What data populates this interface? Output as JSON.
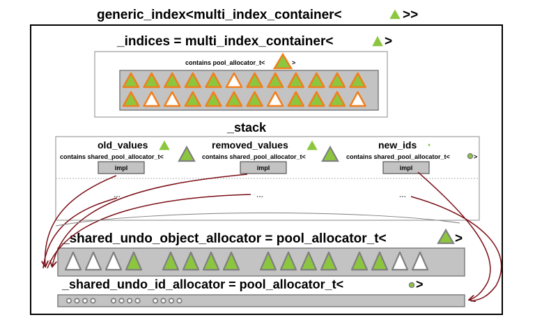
{
  "title": "generic_index<multi_index_container<",
  "title_suffix": ">>",
  "indices": {
    "label": "_indices = multi_index_container<",
    "label_suffix": ">",
    "contains": "contains pool_allocator_t<",
    "contains_suffix": ">",
    "row1": [
      "g",
      "g",
      "g",
      "g",
      "g",
      "w",
      "g",
      "g",
      "g",
      "g",
      "g",
      "g"
    ],
    "row2": [
      "g",
      "w",
      "w",
      "g",
      "g",
      "g",
      "g",
      "w",
      "g",
      "g",
      "g",
      "w"
    ]
  },
  "stack": {
    "label": "_stack",
    "columns": [
      {
        "name": "old_values",
        "contains": "contains shared_pool_allocator_t<",
        "impl": "impl",
        "ellipsis": "..."
      },
      {
        "name": "removed_values",
        "contains": "contains shared_pool_allocator_t<",
        "impl": "impl",
        "ellipsis": "..."
      },
      {
        "name": "new_ids",
        "contains": "contains shared_pool_allocator_t<",
        "contains_suffix": ">",
        "impl": "impl",
        "ellipsis": "..."
      }
    ]
  },
  "object_allocator": {
    "label": "_shared_undo_object_allocator = pool_allocator_t<",
    "label_suffix": ">",
    "groups": [
      [
        "w",
        "w",
        "w",
        "g"
      ],
      [
        "g",
        "g",
        "g",
        "g"
      ],
      [
        "g",
        "g",
        "g",
        "g"
      ],
      [
        "g",
        "g",
        "w",
        "w"
      ]
    ]
  },
  "id_allocator": {
    "label": "_shared_undo_id_allocator = pool_allocator_t<",
    "label_suffix": ">",
    "groups": [
      4,
      4,
      4
    ]
  },
  "colors": {
    "green": "#8cc63f",
    "orange": "#f07f1e",
    "grey_fill": "#c3c3c3",
    "grey_edge": "#7f7f7f",
    "arrow": "#7a0e16"
  }
}
